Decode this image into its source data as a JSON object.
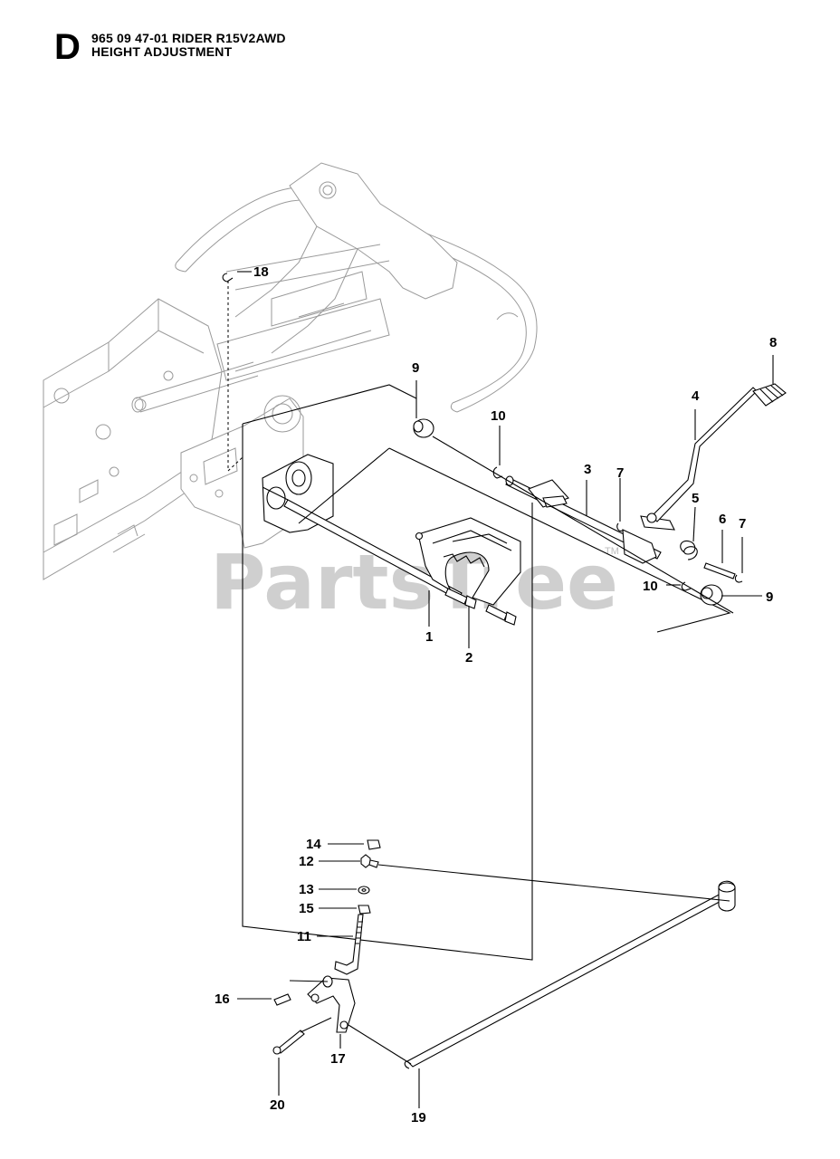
{
  "header": {
    "section_letter": "D",
    "title_line1": "965 09 47-01 RIDER R15V2AWD",
    "title_line2": "HEIGHT ADJUSTMENT"
  },
  "watermark": {
    "text": "PartsTree",
    "trademark": "TM"
  },
  "callouts": [
    {
      "id": "c18",
      "label": "18"
    },
    {
      "id": "c8",
      "label": "8"
    },
    {
      "id": "c9a",
      "label": "9"
    },
    {
      "id": "c4",
      "label": "4"
    },
    {
      "id": "c10a",
      "label": "10"
    },
    {
      "id": "c3",
      "label": "3"
    },
    {
      "id": "c7a",
      "label": "7"
    },
    {
      "id": "c5",
      "label": "5"
    },
    {
      "id": "c6",
      "label": "6"
    },
    {
      "id": "c7b",
      "label": "7"
    },
    {
      "id": "c10b",
      "label": "10"
    },
    {
      "id": "c9b",
      "label": "9"
    },
    {
      "id": "c1",
      "label": "1"
    },
    {
      "id": "c2",
      "label": "2"
    },
    {
      "id": "c14",
      "label": "14"
    },
    {
      "id": "c12",
      "label": "12"
    },
    {
      "id": "c13",
      "label": "13"
    },
    {
      "id": "c15",
      "label": "15"
    },
    {
      "id": "c11",
      "label": "11"
    },
    {
      "id": "c16",
      "label": "16"
    },
    {
      "id": "c17",
      "label": "17"
    },
    {
      "id": "c20",
      "label": "20"
    },
    {
      "id": "c19",
      "label": "19"
    }
  ]
}
